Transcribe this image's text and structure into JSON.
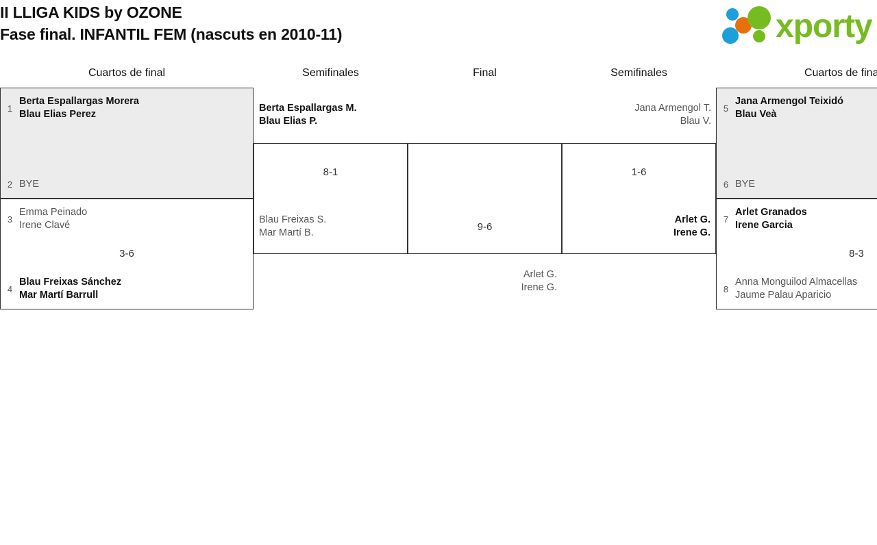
{
  "header": {
    "title_line1": "II LLIGA KIDS by OZONE",
    "title_line2": "Fase final. INFANTIL FEM (nascuts en 2010-11)",
    "logo_text": "xporty",
    "logo_colors": {
      "green": "#76bc21",
      "blue": "#1d9fd9",
      "orange": "#e8700a"
    }
  },
  "rounds": {
    "qf_left": "Cuartos de final",
    "sf_left": "Semifinales",
    "final": "Final",
    "sf_right": "Semifinales",
    "qf_right": "Cuartos de final"
  },
  "bracket": {
    "qf1": {
      "top": {
        "seed": "1",
        "name1": "Berta Espallargas Morera",
        "name2": "Blau Elias Perez",
        "result": "winner"
      },
      "bottom": {
        "seed": "2",
        "name1": "BYE",
        "name2": "",
        "result": "bye"
      },
      "score": ""
    },
    "qf2": {
      "top": {
        "seed": "3",
        "name1": "Emma Peinado",
        "name2": "Irene Clavé",
        "result": "loser"
      },
      "bottom": {
        "seed": "4",
        "name1": "Blau Freixas Sánchez",
        "name2": "Mar Martí Barrull",
        "result": "winner"
      },
      "score": "3-6"
    },
    "qf3": {
      "top": {
        "seed": "5",
        "name1": "Jana Armengol Teixidó",
        "name2": "Blau Veà",
        "result": "winner"
      },
      "bottom": {
        "seed": "6",
        "name1": "BYE",
        "name2": "",
        "result": "bye"
      },
      "score": ""
    },
    "qf4": {
      "top": {
        "seed": "7",
        "name1": "Arlet Granados",
        "name2": "Irene Garcia",
        "result": "winner"
      },
      "bottom": {
        "seed": "8",
        "name1": "Anna Monguilod Almacellas",
        "name2": "Jaume Palau Aparicio",
        "result": "loser"
      },
      "score": "8-3"
    },
    "sf_left": {
      "top": {
        "name1": "Berta Espallargas M.",
        "name2": "Blau Elias P.",
        "result": "winner"
      },
      "bottom": {
        "name1": "Blau Freixas S.",
        "name2": "Mar Martí B.",
        "result": "loser"
      },
      "score": "8-1"
    },
    "sf_right": {
      "top": {
        "name1": "Jana Armengol T.",
        "name2": "Blau V.",
        "result": "loser"
      },
      "bottom": {
        "name1": "Arlet G.",
        "name2": "Irene G.",
        "result": "winner"
      },
      "score": "1-6"
    },
    "final": {
      "top": {
        "name1": "Berta Espallargas M.",
        "name2": "Blau Elias P.",
        "result": "winner"
      },
      "bottom": {
        "name1": "Arlet G.",
        "name2": "Irene G.",
        "result": "loser"
      },
      "score": "9-6"
    }
  }
}
